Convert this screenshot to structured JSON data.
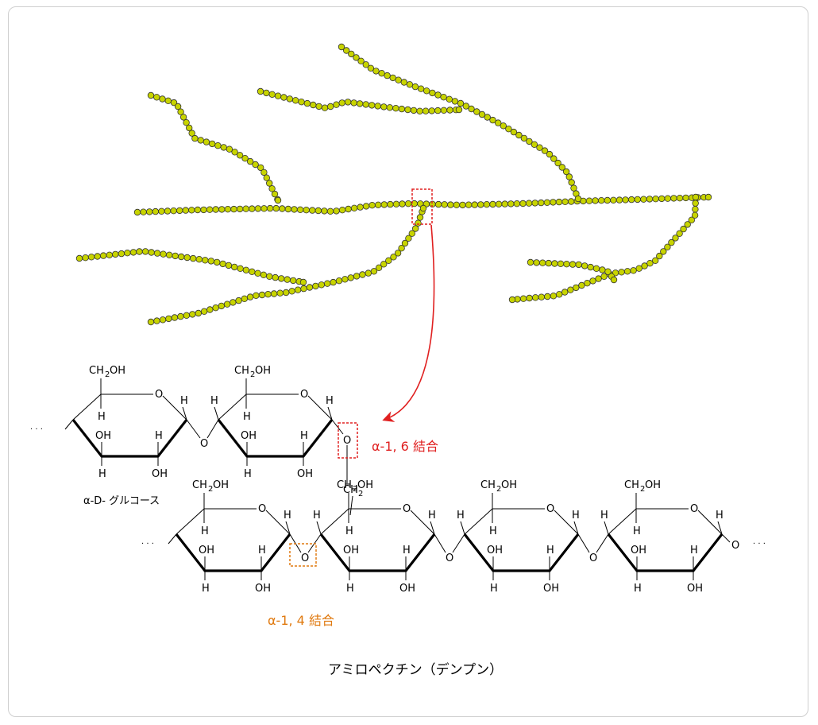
{
  "title": "アミロペクチン（デンプン）",
  "glucose_label": "α-D- グルコース",
  "alpha16_label": "α-1, 6 結合",
  "alpha14_label": "α-1, 4 結合",
  "ellipsis": "· · ·",
  "atoms": {
    "ring_oxygen": "O",
    "bridge_oxygen": "O",
    "hydrogen": "H",
    "hydroxyl": "OH",
    "ch2oh_main": "CH",
    "ch2oh_sub": "2",
    "ch2oh_tail": "OH",
    "ch2_main": "CH",
    "ch2_sub": "2"
  },
  "colors": {
    "chain_bead": "#c8d400",
    "chain_bead_outline": "#333333",
    "alpha16": "#e02020",
    "alpha14": "#e07a10",
    "bonds": "#000000"
  }
}
